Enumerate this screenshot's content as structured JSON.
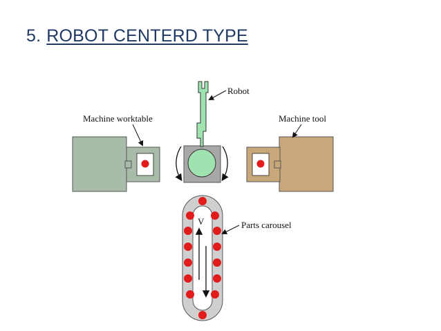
{
  "title": {
    "number": "5.",
    "text": "ROBOT CENTERD TYPE"
  },
  "labels": {
    "robot": "Robot",
    "machine_worktable": "Machine worktable",
    "machine_tool": "Machine tool",
    "parts_carousel": "Parts carousel",
    "velocity": "V"
  },
  "colors": {
    "title": "#1f3864",
    "worktable_body": "#a9bba9",
    "machine_tool_body": "#c8a77a",
    "robot": "#9fe3b0",
    "robot_base": "#a8a8a8",
    "part": "#e21b1b"
  }
}
